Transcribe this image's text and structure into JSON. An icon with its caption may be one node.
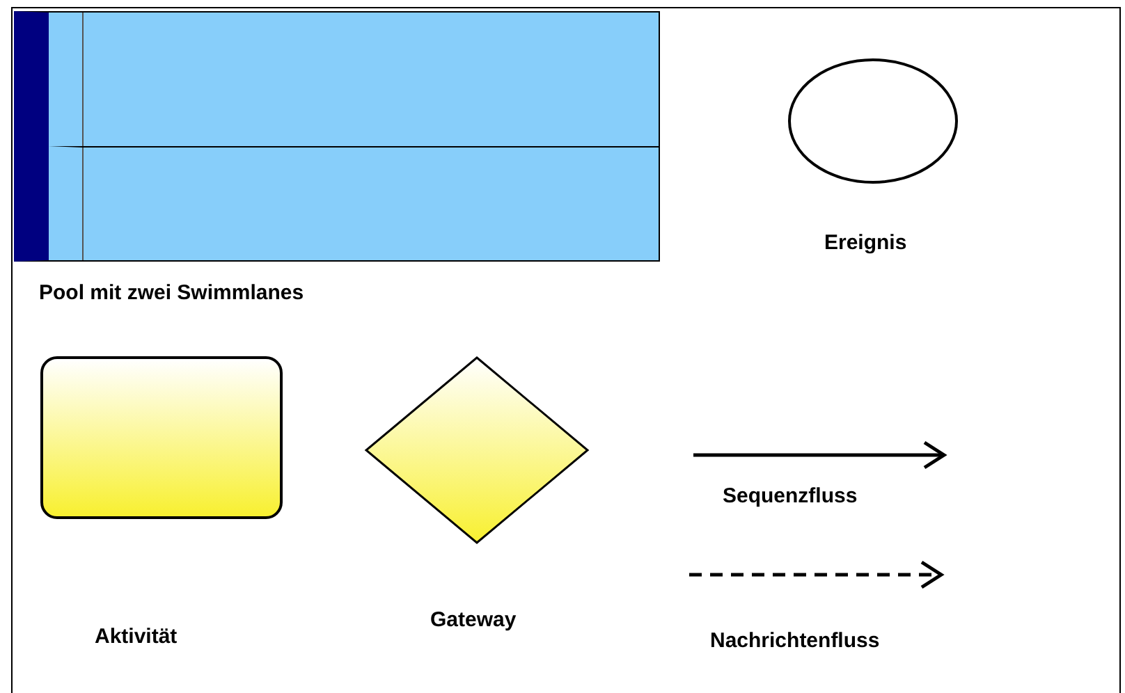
{
  "diagram": {
    "nodes": [
      {
        "text": [],
        "shape": "box",
        "beside": [
          "Pool mit zwei Swimmlanes"
        ]
      },
      {
        "text": [],
        "shape": "box",
        "in": 0
      },
      {
        "text": [],
        "shape": "box",
        "in": 0
      },
      {
        "text": [],
        "shape": "circle",
        "beside": [
          "Ereignis"
        ]
      },
      {
        "text": [],
        "shape": "box"
      },
      {
        "text": [],
        "shape": "diamond",
        "beside": [
          "Gateway"
        ]
      }
    ],
    "edges": [],
    "labels": [
      "Aktivität"
    ],
    "legend": [
      {
        "text": "Sequenzfluss"
      },
      {
        "text": "Nachrichtenfluss"
      }
    ]
  }
}
